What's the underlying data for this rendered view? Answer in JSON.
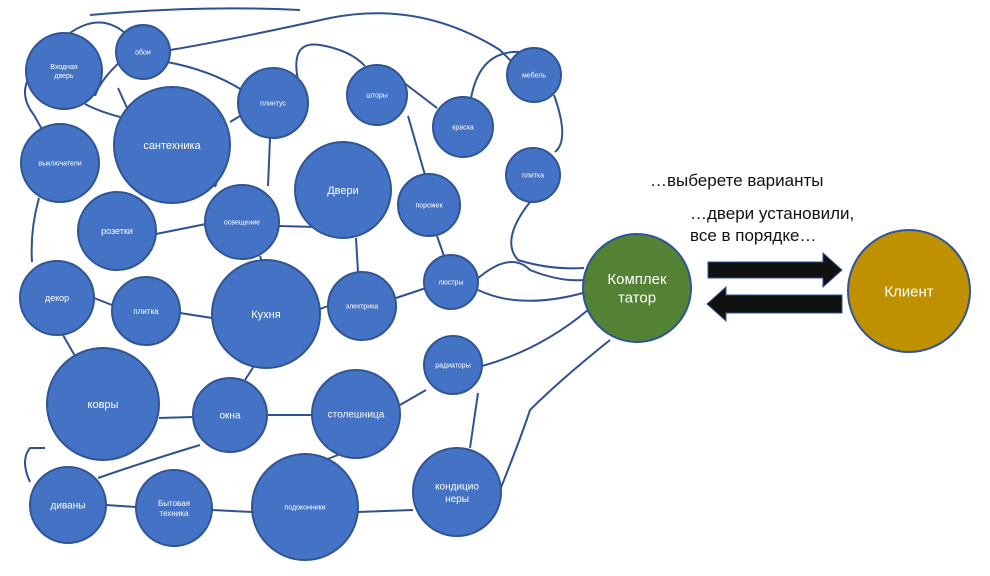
{
  "colors": {
    "node": "#4472C4",
    "node_stroke": "#2F5597",
    "edge": "#2F528F",
    "integrator": "#548235",
    "integrator_stroke": "#2F5597",
    "client": "#BF9000",
    "client_stroke": "#2F5597",
    "arrow": "#111111",
    "text_light": "#ffffff",
    "caption": "#111111"
  },
  "nodes": [
    {
      "id": "vhodnaya",
      "lines": [
        "Входная",
        "дверь"
      ]
    },
    {
      "id": "oboi",
      "lines": [
        "обои"
      ]
    },
    {
      "id": "santehnika",
      "lines": [
        "сантехника"
      ]
    },
    {
      "id": "plintus",
      "lines": [
        "плинтус"
      ]
    },
    {
      "id": "shtory",
      "lines": [
        "шторы"
      ]
    },
    {
      "id": "mebel",
      "lines": [
        "мебель"
      ]
    },
    {
      "id": "kraska",
      "lines": [
        "краска"
      ]
    },
    {
      "id": "vykl",
      "lines": [
        "выключатели"
      ]
    },
    {
      "id": "dveri",
      "lines": [
        "Двери"
      ]
    },
    {
      "id": "plitka1",
      "lines": [
        "плитка"
      ]
    },
    {
      "id": "porozhek",
      "lines": [
        "порожек"
      ]
    },
    {
      "id": "rozetki",
      "lines": [
        "розетки"
      ]
    },
    {
      "id": "osvesh",
      "lines": [
        "освещение"
      ]
    },
    {
      "id": "dekor",
      "lines": [
        "декор"
      ]
    },
    {
      "id": "lyustry",
      "lines": [
        "люстры"
      ]
    },
    {
      "id": "plitka2",
      "lines": [
        "плитка"
      ]
    },
    {
      "id": "kuhnya",
      "lines": [
        "Кухня"
      ]
    },
    {
      "id": "elektrika",
      "lines": [
        "электрика"
      ]
    },
    {
      "id": "radiatory",
      "lines": [
        "радиаторы"
      ]
    },
    {
      "id": "kovry",
      "lines": [
        "ковры"
      ]
    },
    {
      "id": "okna",
      "lines": [
        "окна"
      ]
    },
    {
      "id": "stoleshnica",
      "lines": [
        "столешница"
      ]
    },
    {
      "id": "konditsionery",
      "lines": [
        "кондицио",
        "неры"
      ]
    },
    {
      "id": "divany",
      "lines": [
        "диваны"
      ]
    },
    {
      "id": "bytovaya",
      "lines": [
        "Бытовая",
        "техника"
      ]
    },
    {
      "id": "podokonniki",
      "lines": [
        "подоконники"
      ]
    }
  ],
  "integrator": {
    "lines": [
      "Комплек",
      "татор"
    ]
  },
  "client": {
    "lines": [
      "Клиент"
    ]
  },
  "captions": {
    "line1": "…выберете варианты",
    "line2a": "…двери установили,",
    "line2b": "все в порядке…"
  }
}
